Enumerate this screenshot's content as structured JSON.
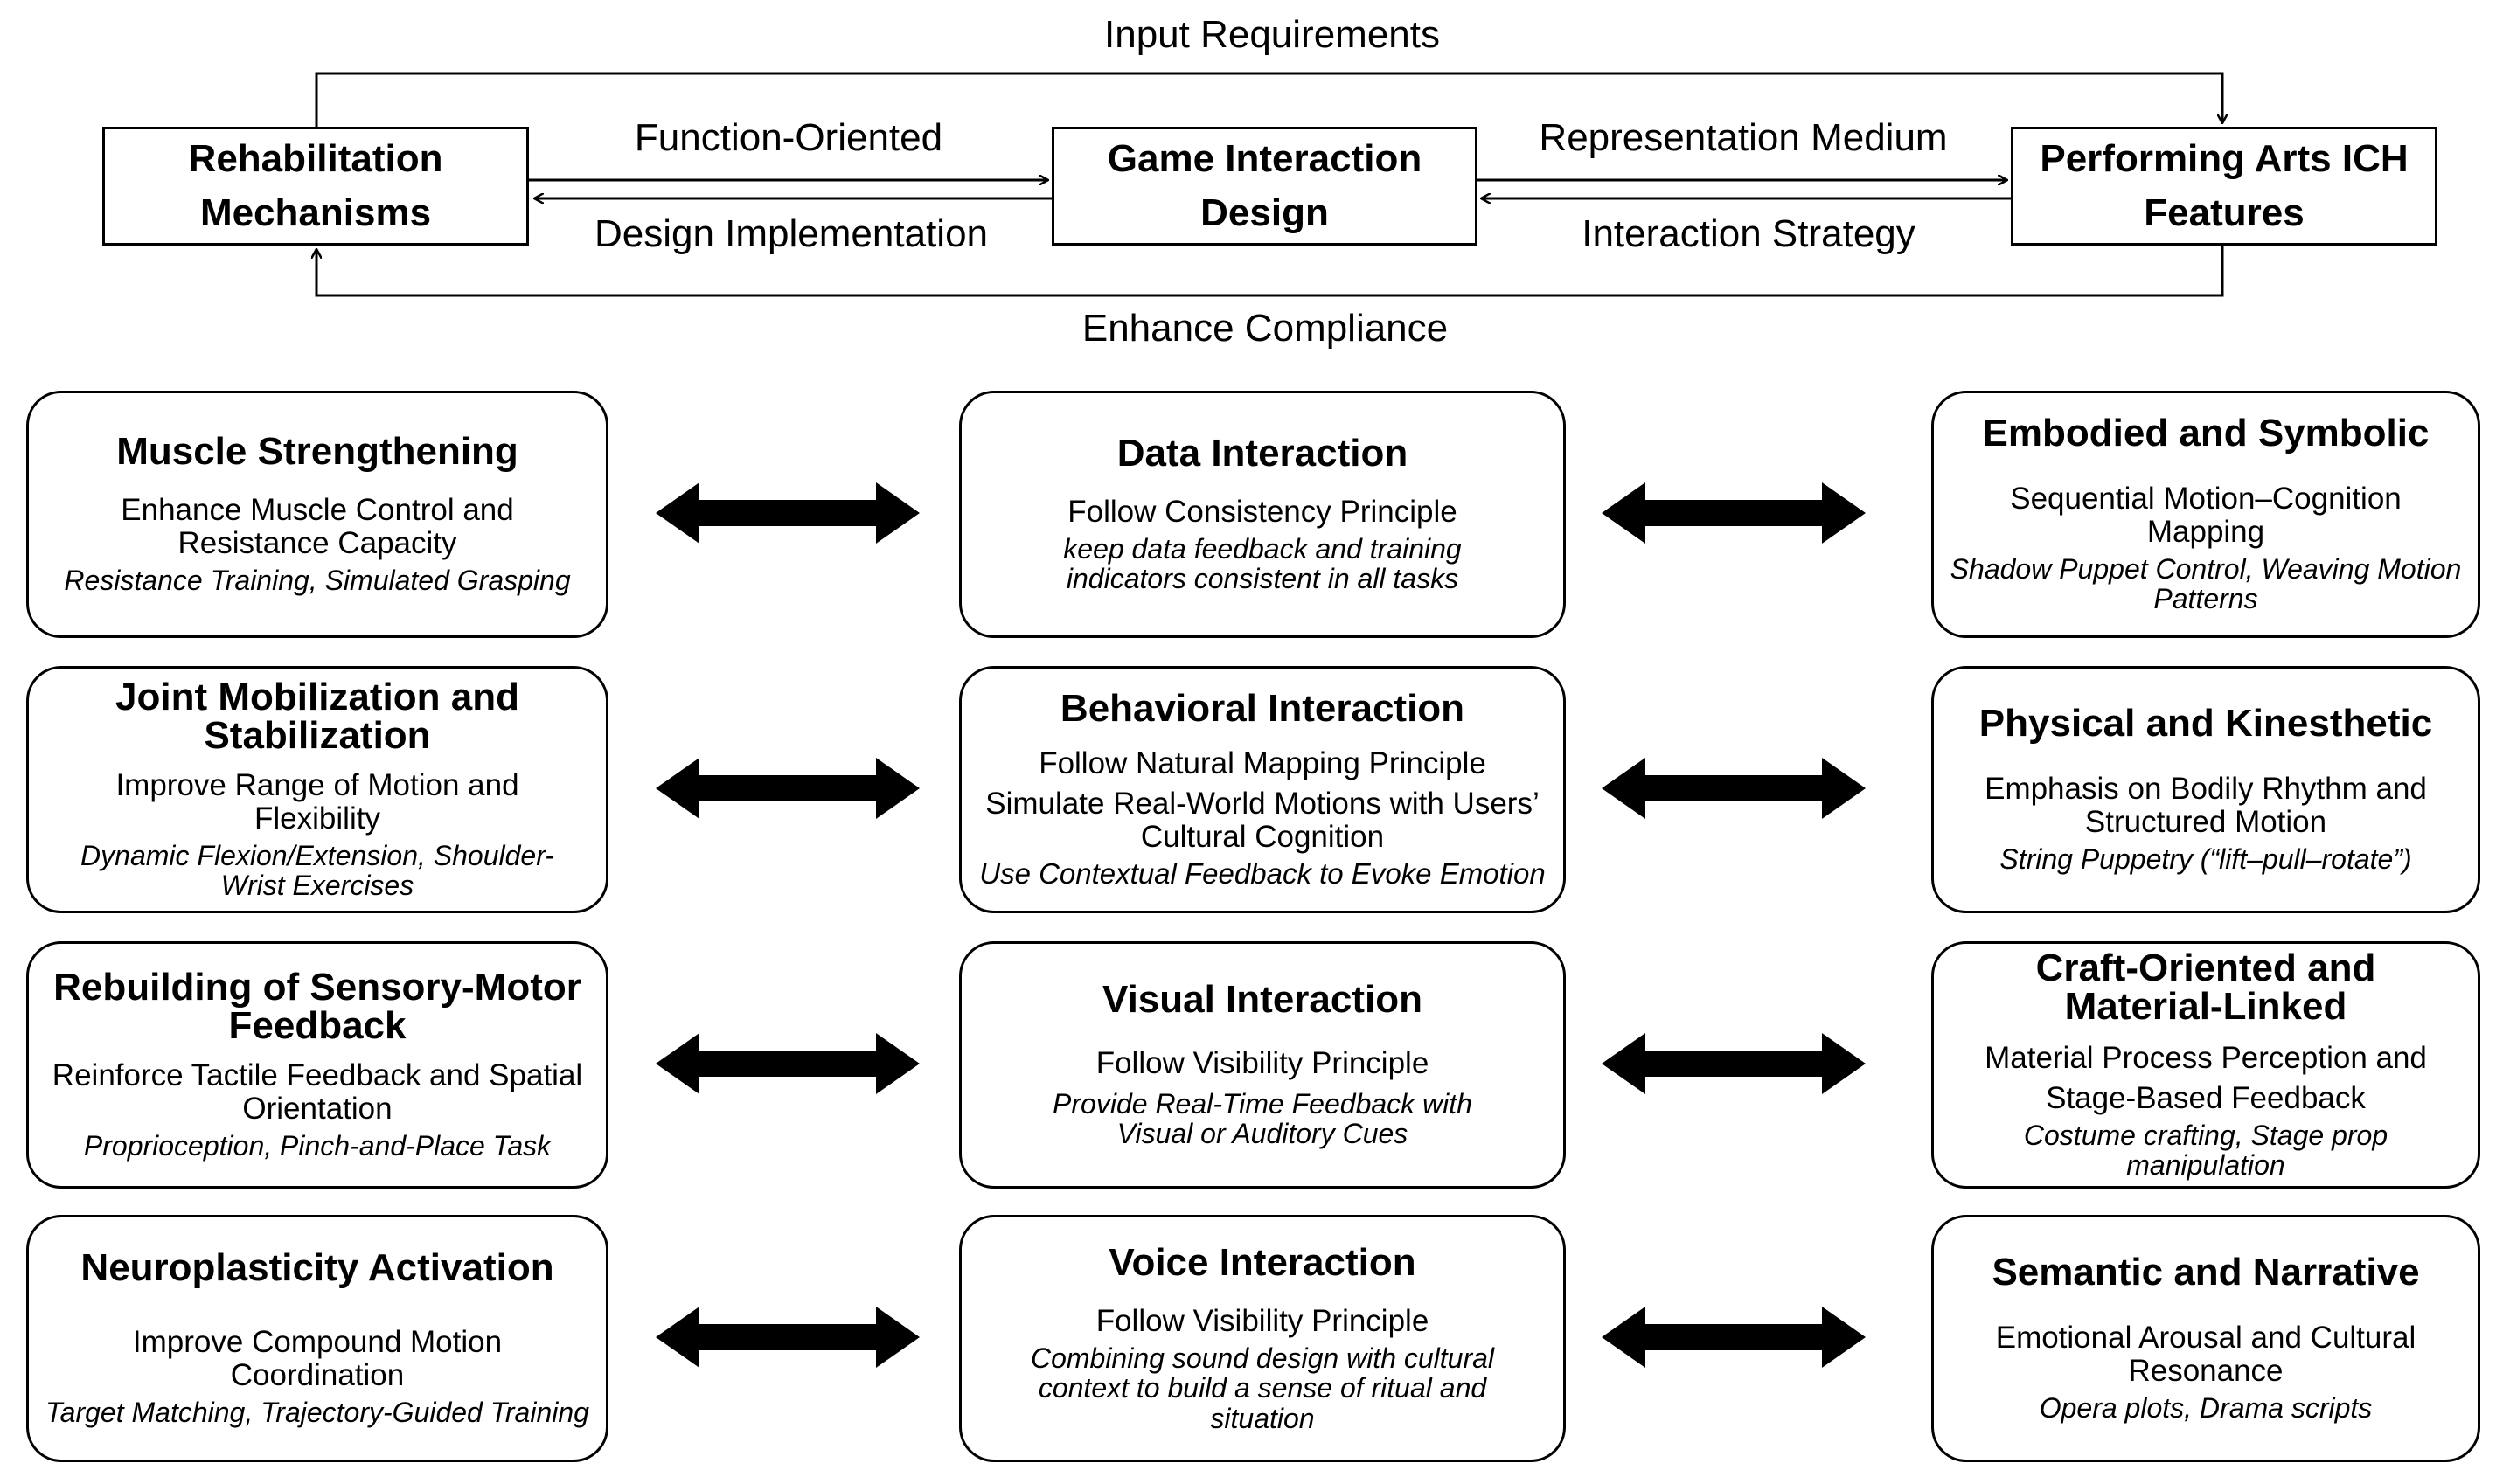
{
  "top_row": {
    "input_requirements": "Input Requirements",
    "enhance_compliance": "Enhance Compliance",
    "function_oriented": "Function-Oriented",
    "design_implementation": "Design Implementation",
    "representation_medium": "Representation Medium",
    "interaction_strategy": "Interaction Strategy",
    "box_rehab": {
      "line1": "Rehabilitation",
      "line2": "Mechanisms"
    },
    "box_game": {
      "line1": "Game Interaction",
      "line2": "Design"
    },
    "box_ich": {
      "line1": "Performing Arts ICH",
      "line2": "Features"
    }
  },
  "left_column": [
    {
      "title": "Muscle Strengthening",
      "lines": [
        "Enhance Muscle Control and",
        "Resistance Capacity"
      ],
      "examples": [
        "Resistance Training, Simulated Grasping"
      ]
    },
    {
      "title": "Joint Mobilization and Stabilization",
      "lines": [
        "Improve Range of Motion and",
        "Flexibility"
      ],
      "examples": [
        "Dynamic Flexion/Extension, Shoulder-",
        "Wrist Exercises"
      ]
    },
    {
      "title": "Rebuilding of Sensory-Motor Feedback",
      "lines": [
        "Reinforce Tactile Feedback and Spatial",
        "Orientation"
      ],
      "examples": [
        "Proprioception, Pinch-and-Place Task"
      ]
    },
    {
      "title": "Neuroplasticity Activation",
      "lines": [
        "Improve Compound Motion",
        "Coordination"
      ],
      "examples": [
        "Target Matching, Trajectory-Guided Training"
      ]
    }
  ],
  "center_column": [
    {
      "title": "Data Interaction",
      "lines": [
        "Follow Consistency Principle"
      ],
      "examples": [
        "keep data feedback and training",
        "indicators consistent in all tasks"
      ]
    },
    {
      "title": "Behavioral Interaction",
      "lines": [
        "Follow Natural Mapping Principle",
        "Simulate Real-World Motions with Users’",
        "Cultural Cognition"
      ],
      "examples": [
        "Use Contextual Feedback to Evoke Emotion"
      ]
    },
    {
      "title": "Visual Interaction",
      "lines": [
        "Follow Visibility Principle"
      ],
      "examples": [
        "Provide Real-Time Feedback with",
        "Visual or Auditory Cues"
      ]
    },
    {
      "title": "Voice Interaction",
      "lines": [
        "Follow Visibility Principle"
      ],
      "examples": [
        "Combining sound design with cultural",
        "context to build a sense of ritual and",
        "situation"
      ]
    }
  ],
  "right_column": [
    {
      "title": "Embodied and Symbolic",
      "lines": [
        "Sequential Motion–Cognition",
        "Mapping"
      ],
      "examples": [
        "Shadow Puppet Control, Weaving Motion",
        "Patterns"
      ]
    },
    {
      "title": "Physical and Kinesthetic",
      "lines": [
        "Emphasis on Bodily Rhythm and",
        "Structured Motion"
      ],
      "examples": [
        "String Puppetry (“lift–pull–rotate”)"
      ]
    },
    {
      "title": "Craft-Oriented and Material-Linked",
      "lines": [
        "Material Process Perception and",
        "Stage-Based Feedback"
      ],
      "examples": [
        "Costume crafting, Stage prop manipulation"
      ]
    },
    {
      "title": "Semantic and Narrative",
      "lines": [
        "Emotional Arousal and Cultural",
        "Resonance"
      ],
      "examples": [
        "Opera plots, Drama scripts"
      ]
    }
  ]
}
